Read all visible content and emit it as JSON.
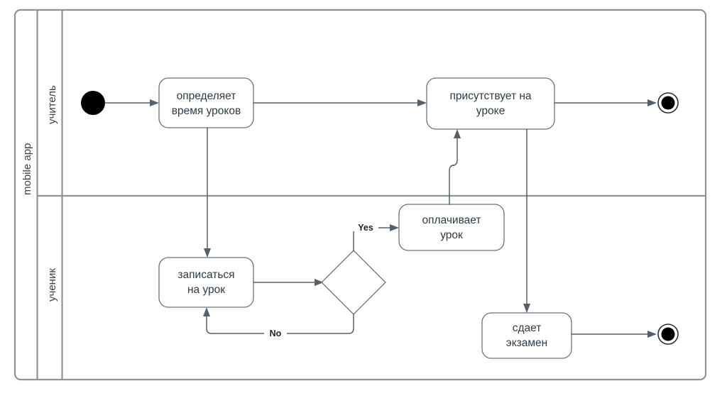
{
  "diagram": {
    "type": "uml-activity-diagram",
    "pool": {
      "label": "mobile app"
    },
    "lanes": [
      {
        "id": "teacher",
        "label": "учитель"
      },
      {
        "id": "student",
        "label": "ученик"
      }
    ],
    "nodes": {
      "start": {
        "kind": "initial-node",
        "lane": "teacher"
      },
      "define_time": {
        "kind": "activity",
        "lane": "teacher",
        "line1": "определяет",
        "line2": "время уроков"
      },
      "attend_lesson": {
        "kind": "activity",
        "lane": "teacher",
        "line1": "присутствует на",
        "line2": "уроке"
      },
      "end_teacher": {
        "kind": "final-node",
        "lane": "teacher"
      },
      "enroll": {
        "kind": "activity",
        "lane": "student",
        "line1": "записаться",
        "line2": "на урок"
      },
      "decision": {
        "kind": "decision-node",
        "lane": "student",
        "label": ""
      },
      "pay_lesson": {
        "kind": "activity",
        "lane": "student",
        "line1": "оплачивает",
        "line2": "урок"
      },
      "take_exam": {
        "kind": "activity",
        "lane": "student",
        "line1": "сдает",
        "line2": "экзамен"
      },
      "end_student": {
        "kind": "final-node",
        "lane": "student"
      }
    },
    "guards": {
      "yes": "Yes",
      "no": "No"
    },
    "colors": {
      "frame_stroke": "#8e9399",
      "shape_stroke": "#6a7279",
      "flow_stroke": "#56606b",
      "text": "#2f3b45",
      "node_fill": "#000000",
      "background": "#ffffff"
    }
  }
}
